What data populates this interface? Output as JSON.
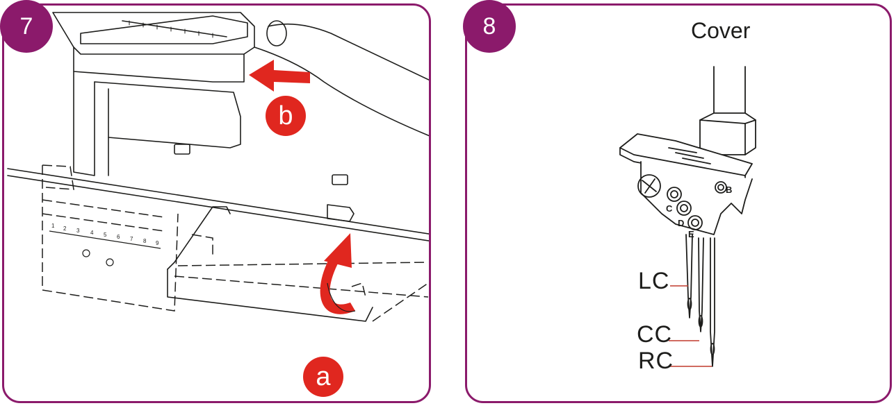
{
  "steps": [
    {
      "number": "7"
    },
    {
      "number": "8"
    }
  ],
  "step7": {
    "callouts": {
      "a": "a",
      "b": "b"
    },
    "ruler_numbers": [
      "1",
      "2",
      "3",
      "4",
      "5",
      "6",
      "7",
      "8",
      "9"
    ]
  },
  "step8": {
    "title": "Cover",
    "needle_labels": {
      "lc": "LC",
      "cc": "CC",
      "rc": "RC"
    },
    "screw_letters": {
      "c": "C",
      "d": "D",
      "e": "E",
      "b": "B"
    }
  },
  "colors": {
    "frame": "#8b1a6b",
    "callout": "#e0271f",
    "leader_line": "#c0392b",
    "line_art": "#1d1d1b"
  },
  "icons": [
    "arrow-left-icon",
    "curved-arrow-up-icon"
  ]
}
